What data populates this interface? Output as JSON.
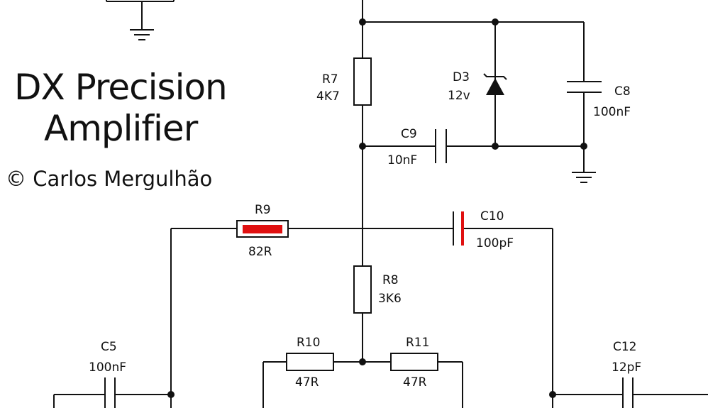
{
  "title": {
    "line1": "DX Precision",
    "line2": "Amplifier",
    "copyright": "© Carlos Mergulhão"
  },
  "components": {
    "R7": {
      "ref": "R7",
      "value": "4K7"
    },
    "D3": {
      "ref": "D3",
      "value": "12v"
    },
    "C8": {
      "ref": "C8",
      "value": "100nF"
    },
    "C9": {
      "ref": "C9",
      "value": "10nF"
    },
    "R9": {
      "ref": "R9",
      "value": "82R"
    },
    "C10": {
      "ref": "C10",
      "value": "100pF"
    },
    "R8": {
      "ref": "R8",
      "value": "3K6"
    },
    "R10": {
      "ref": "R10",
      "value": "47R"
    },
    "R11": {
      "ref": "R11",
      "value": "47R"
    },
    "C5": {
      "ref": "C5",
      "value": "100nF"
    },
    "C12": {
      "ref": "C12",
      "value": "12pF"
    }
  },
  "colors": {
    "highlight": "#e01010",
    "ink": "#111111",
    "background": "#ffffff"
  }
}
